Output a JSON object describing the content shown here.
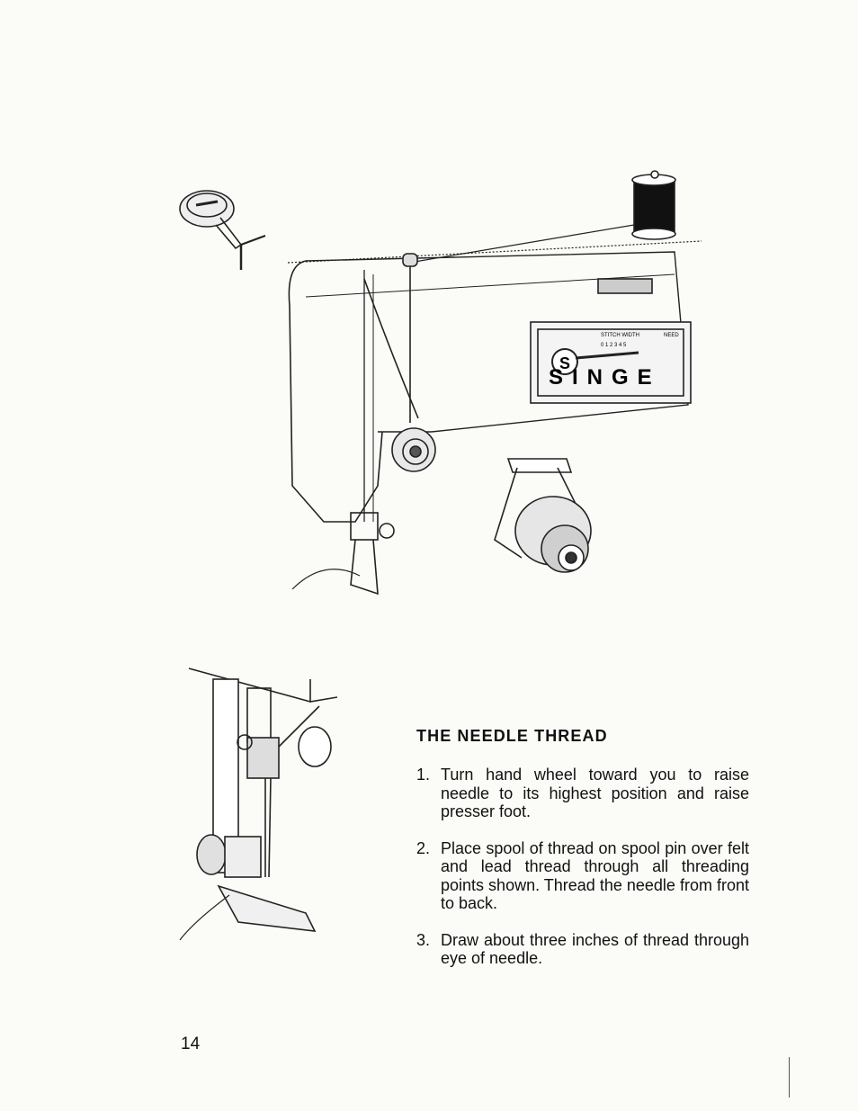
{
  "figure_machine": {
    "brand_label": "SINGE",
    "logo_letter": "S",
    "panel_label_left": "STITCH WIDTH",
    "panel_label_right": "NEED",
    "width_scale": "0 1 2 3 4 5"
  },
  "section": {
    "heading": "THE NEEDLE THREAD",
    "steps": [
      {
        "number": "1.",
        "text": "Turn hand wheel toward you to raise needle to its highest position and raise presser foot."
      },
      {
        "number": "2.",
        "text": "Place spool of thread on spool pin over felt and lead thread through all threading points shown. Thread the needle from front to back."
      },
      {
        "number": "3.",
        "text": "Draw about three inches of thread through eye of needle."
      }
    ]
  },
  "page_number": "14"
}
